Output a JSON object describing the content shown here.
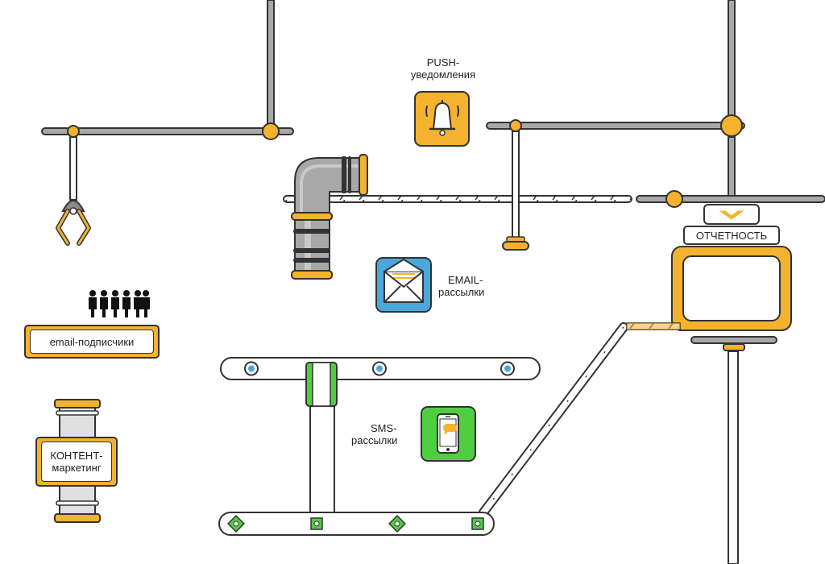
{
  "nodes": {
    "push": {
      "line1": "PUSH-",
      "line2": "уведомления"
    },
    "email": {
      "line1": "EMAIL-",
      "line2": "рассылки"
    },
    "sms": {
      "line1": "SMS-",
      "line2": "рассылки"
    },
    "reports": {
      "label": "ОТЧЕТНОСТЬ"
    },
    "subscribers": {
      "label": "email-подписчики"
    },
    "content": {
      "line1": "КОНТЕНТ-",
      "line2": "маркетинг"
    }
  },
  "colors": {
    "accent": "#f4b22e",
    "pipe": "#a8a8a8",
    "email_icon_bg": "#4aa8dc",
    "sms_icon_bg": "#4fcf3f",
    "outline": "#333333"
  },
  "icons": [
    "robot-claw-icon",
    "elbow-pipe-icon",
    "bell-icon",
    "envelope-icon",
    "smartphone-icon",
    "people-icon",
    "chevron-down-icon",
    "monitor-icon"
  ]
}
